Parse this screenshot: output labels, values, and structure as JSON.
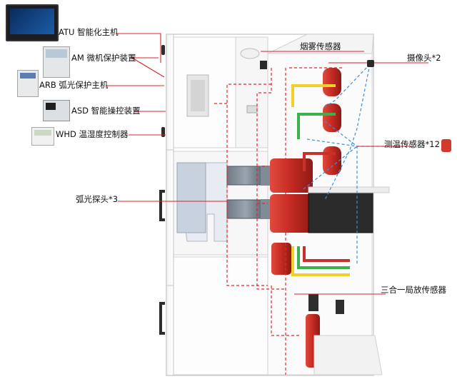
{
  "colors": {
    "leader": "#d9232a",
    "dash_red": "#e0282e",
    "dash_blue": "#3b8fd6",
    "cabinet": "#ffffff",
    "cabinet_edge": "#c8c8c8",
    "copper": "#c9302a",
    "insulator": "#b8282a",
    "breaker": "#2a2a2a"
  },
  "left_devices": [
    {
      "label": "ATU 智能化主机",
      "icon": "touch-screen-monitor-icon"
    },
    {
      "label": "AM 微机保护装置",
      "icon": "protection-relay-icon"
    },
    {
      "label": "ARB 弧光保护主机",
      "icon": "arc-protection-host-icon"
    },
    {
      "label": "ASD 智能操控装置",
      "icon": "smart-control-device-icon"
    },
    {
      "label": "WHD 温湿度控制器",
      "icon": "temp-humidity-controller-icon"
    }
  ],
  "right_labels": {
    "smoke_sensor": "烟雾传感器",
    "camera": "摄像头*2",
    "temp_sensor": "测温传感器*12",
    "pd_sensor": "三合一局放传感器"
  },
  "arc_probe": "弧光探头*3"
}
